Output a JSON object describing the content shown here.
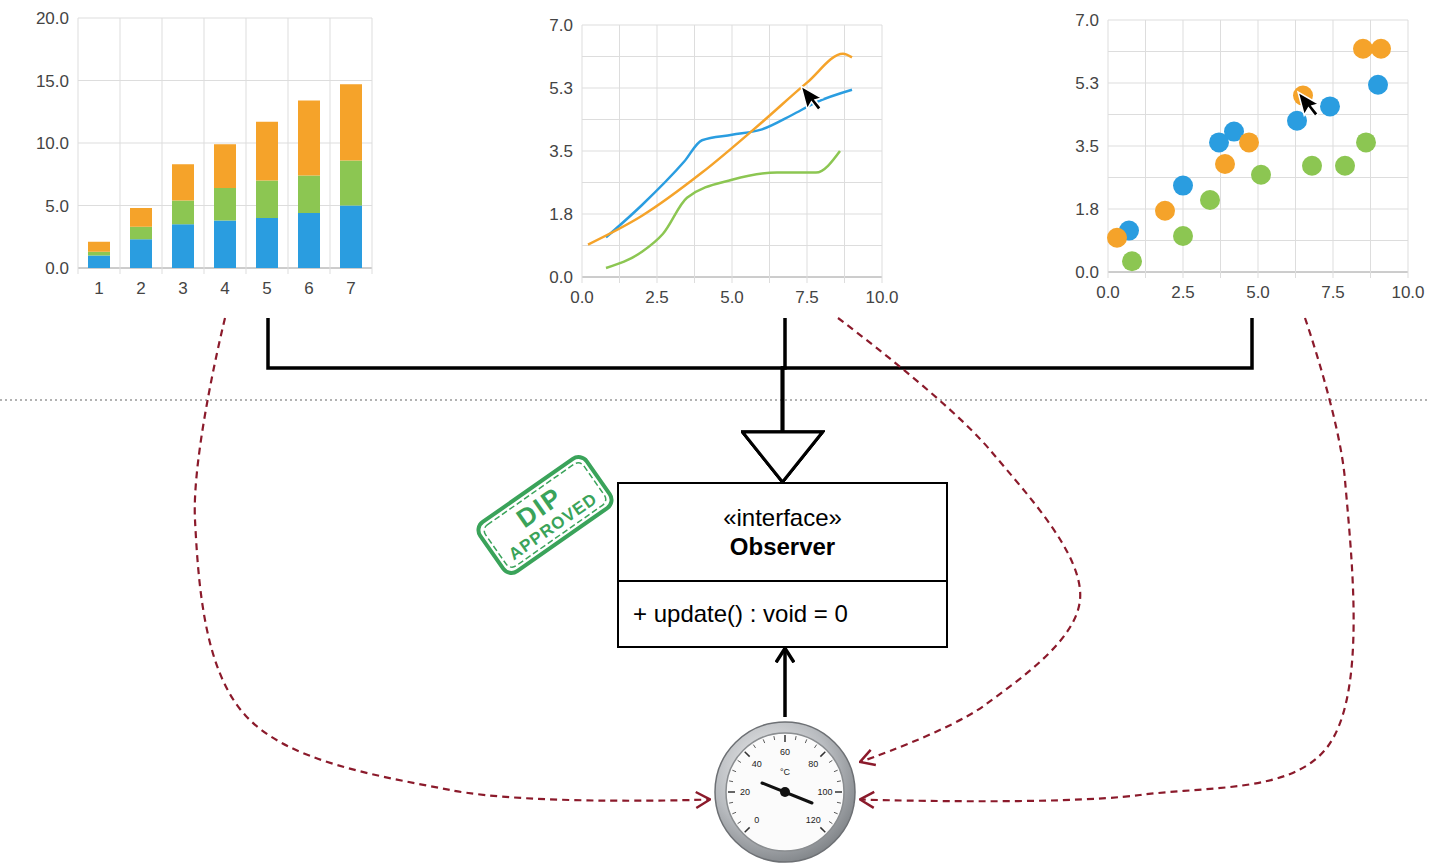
{
  "diagram": {
    "nodes": [
      {
        "text": [
          "20.0",
          "15.0",
          "10.0",
          "5.0",
          "0.0",
          "1",
          "2",
          "3",
          "4",
          "5",
          "6",
          "7"
        ]
      },
      {
        "text": [
          "7.0",
          "5.3",
          "3.5",
          "1.8",
          "0.0",
          "0.0",
          "2.5",
          "5.0",
          "7.5",
          "10.0"
        ]
      },
      {
        "text": [
          "7.0",
          "5.3",
          "3.5",
          "1.8",
          "0.0",
          "0.0",
          "2.5",
          "5.0",
          "7.5",
          "10.0"
        ]
      },
      {
        "text": [
          "«interface»",
          "Observer",
          "+ update() : void = 0"
        ]
      },
      {
        "text": [
          "0",
          "20",
          "40",
          "60",
          "80",
          "100",
          "120",
          "°C"
        ]
      }
    ],
    "edges": [
      {
        "from": 0,
        "to": 3,
        "arrow": "to"
      },
      {
        "from": 1,
        "to": 3,
        "arrow": "to"
      },
      {
        "from": 2,
        "to": 3,
        "arrow": "to"
      },
      {
        "from": 4,
        "to": 3,
        "arrow": "to"
      },
      {
        "from": 0,
        "to": 4,
        "arrow": "to"
      },
      {
        "from": 1,
        "to": 4,
        "arrow": "to"
      },
      {
        "from": 2,
        "to": 4,
        "arrow": "to"
      }
    ],
    "labels": [
      "DIP",
      "APPROVED"
    ]
  }
}
